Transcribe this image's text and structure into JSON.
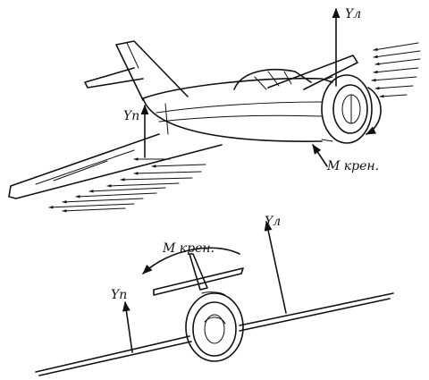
{
  "labels": {
    "lift_right_top": "Yл",
    "lift_left_top": "Yп",
    "roll_moment_top": "M крен.",
    "lift_right_bottom": "Yл",
    "lift_left_bottom": "Yп",
    "roll_moment_bottom": "M крен."
  }
}
